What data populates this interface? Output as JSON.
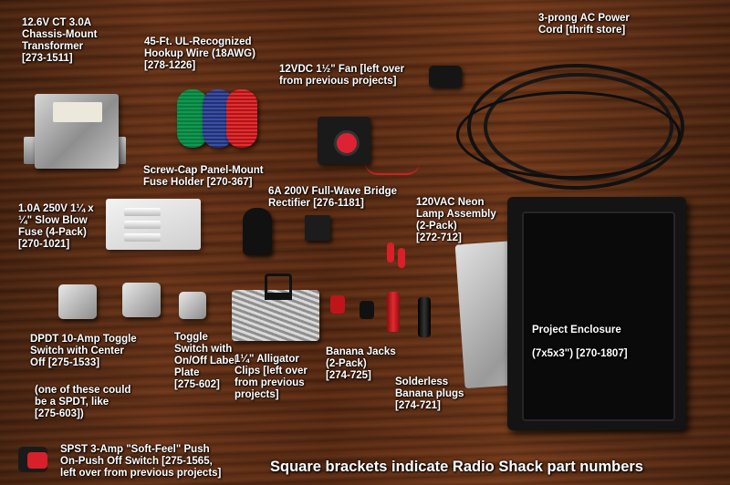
{
  "colors": {
    "label_text": "#ffffff",
    "wood": "#5e2d14"
  },
  "labels": {
    "transformer": "12.6V CT 3.0A\nChassis-Mount\nTransformer\n[273-1511]",
    "hookup_wire": "45-Ft. UL-Recognized\nHookup Wire (18AWG)\n[278-1226]",
    "fan": "12VDC 1½\" Fan [left over\nfrom previous projects]",
    "power_cord": "3-prong AC Power\nCord [thrift store]",
    "fuse_holder": "Screw-Cap Panel-Mount\nFuse Holder [270-367]",
    "rectifier": "6A 200V Full-Wave Bridge\nRectifier [276-1181]",
    "fuse": "1.0A 250V 1¼ x\n¼\" Slow Blow\nFuse (4-Pack)\n[270-1021]",
    "neon_lamp": "120VAC Neon\nLamp Assembly\n(2-Pack)\n[272-712]",
    "dpdt_switch": "DPDT 10-Amp Toggle\nSwitch with Center\nOff [275-1533]",
    "dpdt_note": "(one of these could\nbe a SPDT, like\n[275-603])",
    "toggle_switch": "Toggle\nSwitch with\nOn/Off Label\nPlate\n[275-602]",
    "alligator_clips": "1¼\" Alligator\nClips [left over\nfrom previous\nprojects]",
    "banana_jacks": "Banana Jacks\n(2-Pack)\n[274-725]",
    "banana_plugs": "Solderless\nBanana plugs\n[274-721]",
    "enclosure": "Project Enclosure\n\n(7x5x3\") [270-1807]",
    "spst_switch": "SPST 3-Amp \"Soft-Feel\" Push\nOn-Push Off Switch [275-1565,\nleft over from previous projects]"
  },
  "footer": "Square brackets indicate Radio Shack part numbers"
}
